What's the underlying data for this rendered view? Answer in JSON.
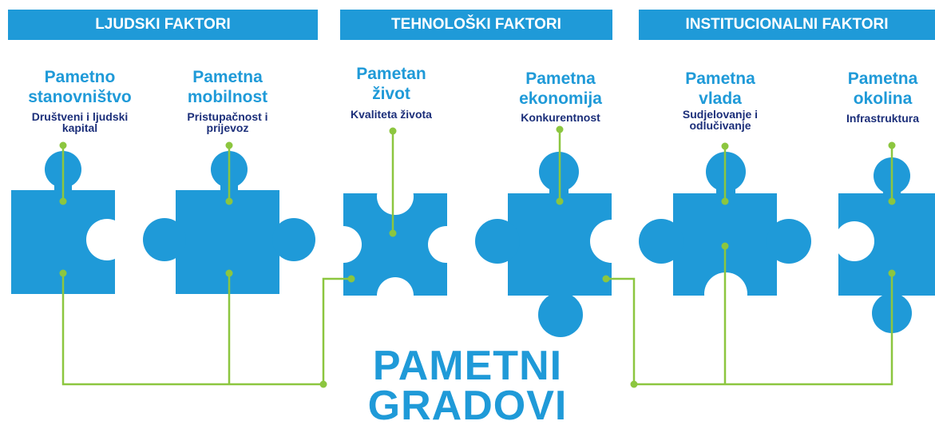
{
  "headers": {
    "human": "LJUDSKI FAKTORI",
    "technological": "TEHNOLOŠKI FAKTORI",
    "institutional": "INSTITUCIONALNI FAKTORI"
  },
  "pieces": [
    {
      "title_lines": [
        "Pametno",
        "stanovništvo"
      ],
      "subtitle_lines": [
        "Društveni i ljudski",
        "kapital"
      ]
    },
    {
      "title_lines": [
        "Pametna",
        "mobilnost"
      ],
      "subtitle_lines": [
        "Pristupačnost i",
        "prijevoz"
      ]
    },
    {
      "title_lines": [
        "Pametan",
        "život"
      ],
      "subtitle_lines": [
        "Kvaliteta života"
      ]
    },
    {
      "title_lines": [
        "Pametna",
        "ekonomija"
      ],
      "subtitle_lines": [
        "Konkurentnost"
      ]
    },
    {
      "title_lines": [
        "Pametna",
        "vlada"
      ],
      "subtitle_lines": [
        "Sudjelovanje i",
        "odlučivanje"
      ]
    },
    {
      "title_lines": [
        "Pametna",
        "okolina"
      ],
      "subtitle_lines": [
        "Infrastruktura"
      ]
    }
  ],
  "center_title": [
    "PAMETNI",
    "GRADOVI"
  ],
  "colors": {
    "piece": "#1f9ad8",
    "connector": "#8cc63f",
    "header_bg": "#1f9ad8",
    "subtitle": "#1c2f7a"
  }
}
